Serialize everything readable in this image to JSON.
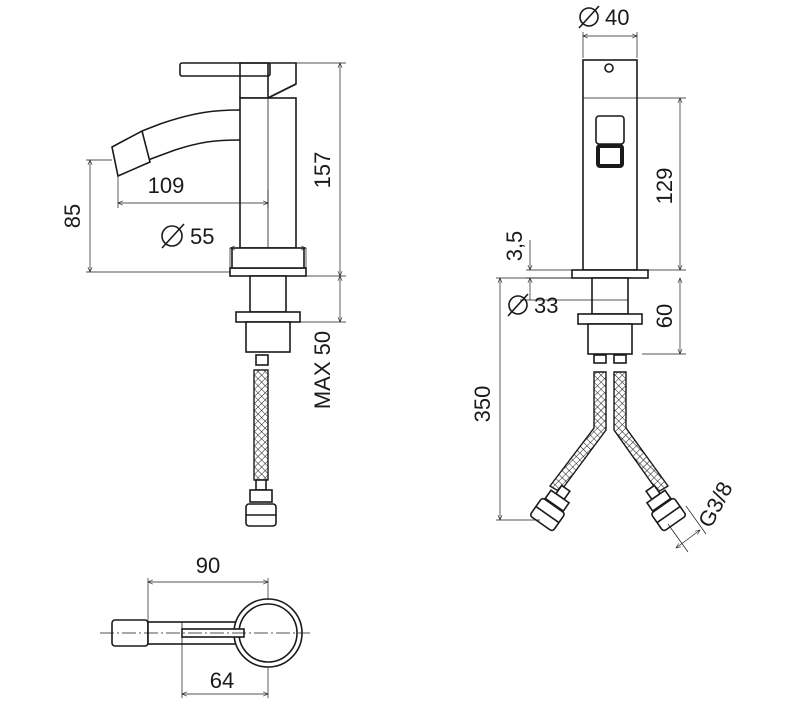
{
  "dimensions": {
    "side_spout_reach": "109",
    "side_spout_height": "85",
    "side_body_diameter": "55",
    "side_total_height": "157",
    "side_max_thickness": "MAX 50",
    "front_top_diameter": "40",
    "front_height": "129",
    "front_base_thickness": "3,5",
    "front_shank_diameter": "33",
    "front_shank_length": "60",
    "front_hose_length": "350",
    "front_thread": "G3/8",
    "top_overall_length": "90",
    "top_spout_length": "64"
  },
  "colors": {
    "line": "#1a1a1a",
    "background": "#ffffff"
  },
  "icons": {
    "diameter_symbol": "diameter-icon"
  }
}
